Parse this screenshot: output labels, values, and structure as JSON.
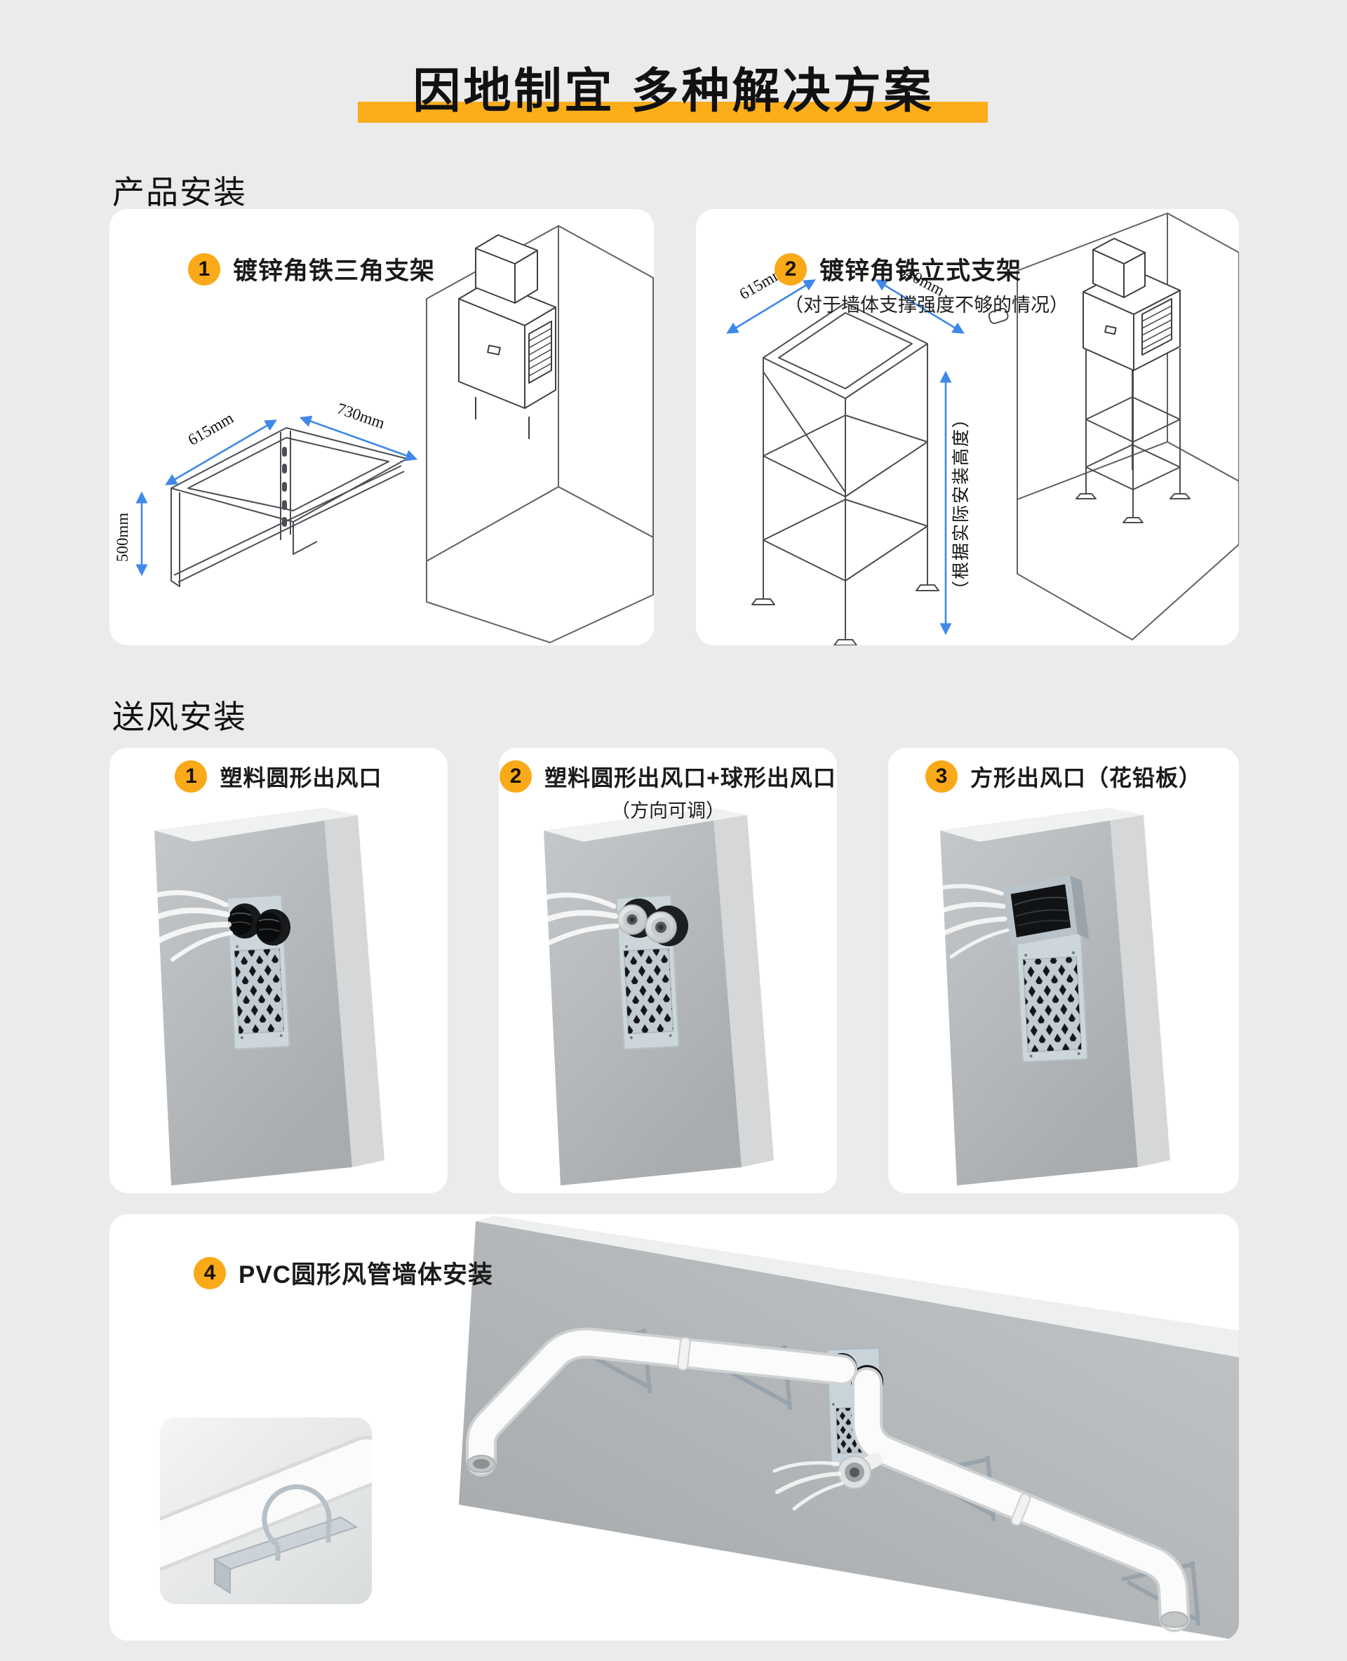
{
  "page": {
    "title": "因地制宜 多种解决方案"
  },
  "colors": {
    "accent": "#FBAD1A",
    "badge": "#FAA918",
    "dim_blue": "#3F88E9"
  },
  "product_section": {
    "heading": "产品安装",
    "card1": {
      "badge": "1",
      "title": "镀锌角铁三角支架",
      "dim_width": "615mm",
      "dim_depth": "730mm",
      "dim_height": "500mm"
    },
    "card2": {
      "badge": "2",
      "title": "镀锌角铁立式支架",
      "note": "（对于墙体支撑强度不够的情况）",
      "dim_width": "615mm",
      "dim_depth": "640mm",
      "vertical_note": "（根据实际安装高度）"
    }
  },
  "air_section": {
    "heading": "送风安装",
    "card1": {
      "badge": "1",
      "title": "塑料圆形出风口"
    },
    "card2": {
      "badge": "2",
      "title": "塑料圆形出风口+球形出风口",
      "note": "（方向可调）"
    },
    "card3": {
      "badge": "3",
      "title": "方形出风口（花铅板）"
    },
    "card4": {
      "badge": "4",
      "title": "PVC圆形风管墙体安装"
    }
  }
}
